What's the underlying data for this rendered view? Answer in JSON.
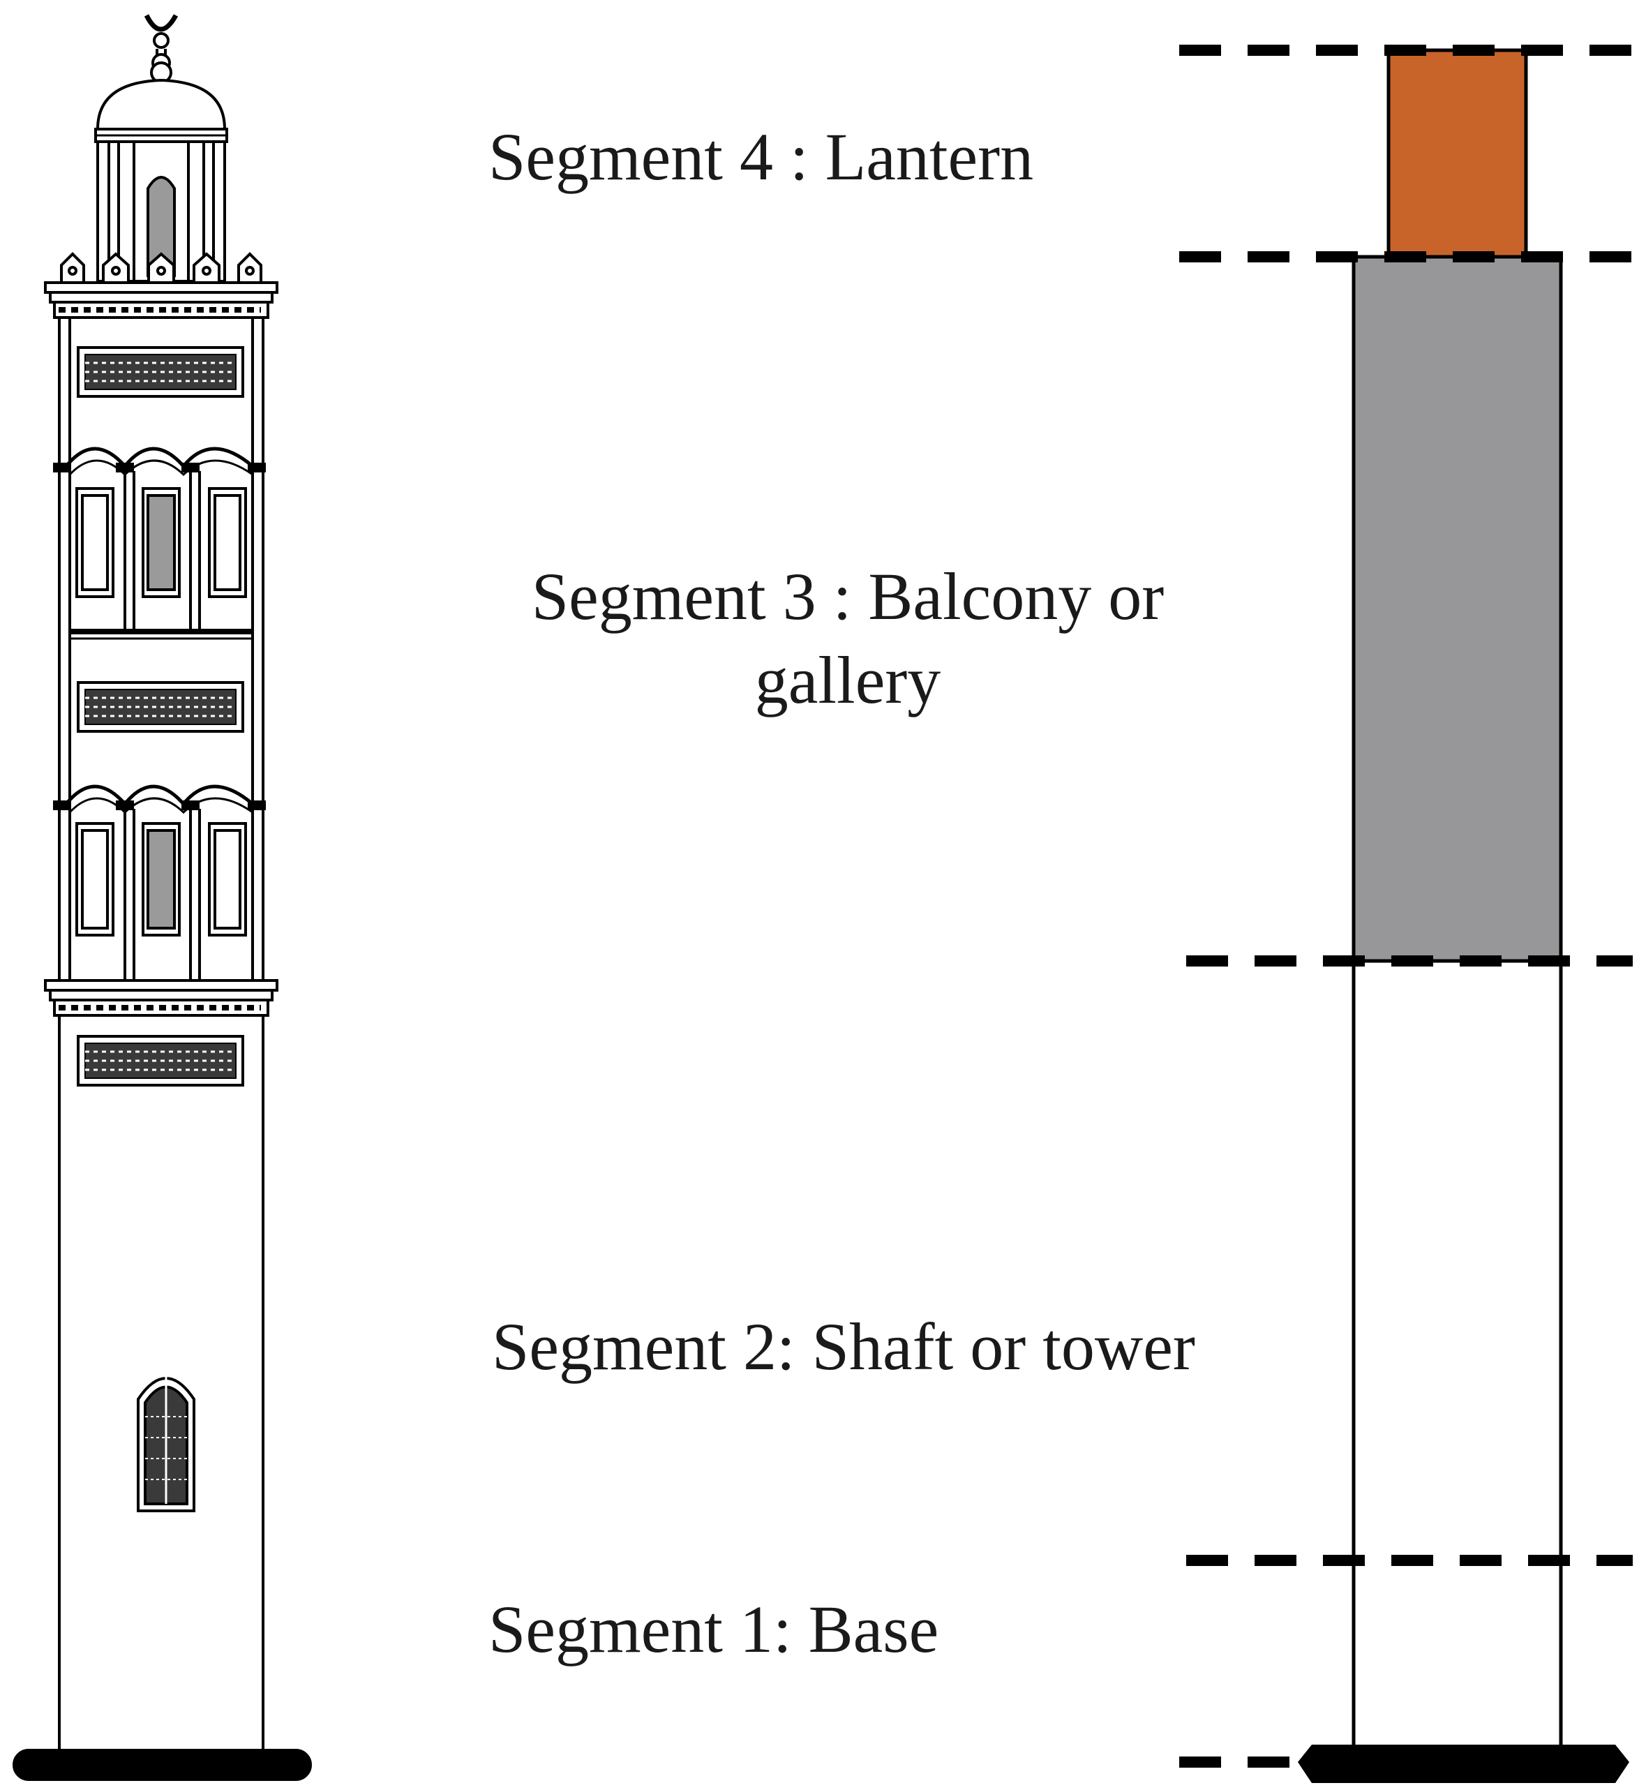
{
  "segments": [
    {
      "id": 4,
      "label": "Segment 4 : Lantern",
      "fill": "#c8642a"
    },
    {
      "id": 3,
      "label": "Segment 3 : Balcony or gallery",
      "fill": "#97979a"
    },
    {
      "id": 2,
      "label": "Segment 2: Shaft or tower",
      "fill": "#ffffff"
    },
    {
      "id": 1,
      "label": "Segment 1: Base",
      "fill": "#ffffff"
    }
  ],
  "colors": {
    "line": "#000000",
    "window_gray": "#9a9a9a",
    "lantern": "#c8642a",
    "gallery": "#97979a"
  }
}
